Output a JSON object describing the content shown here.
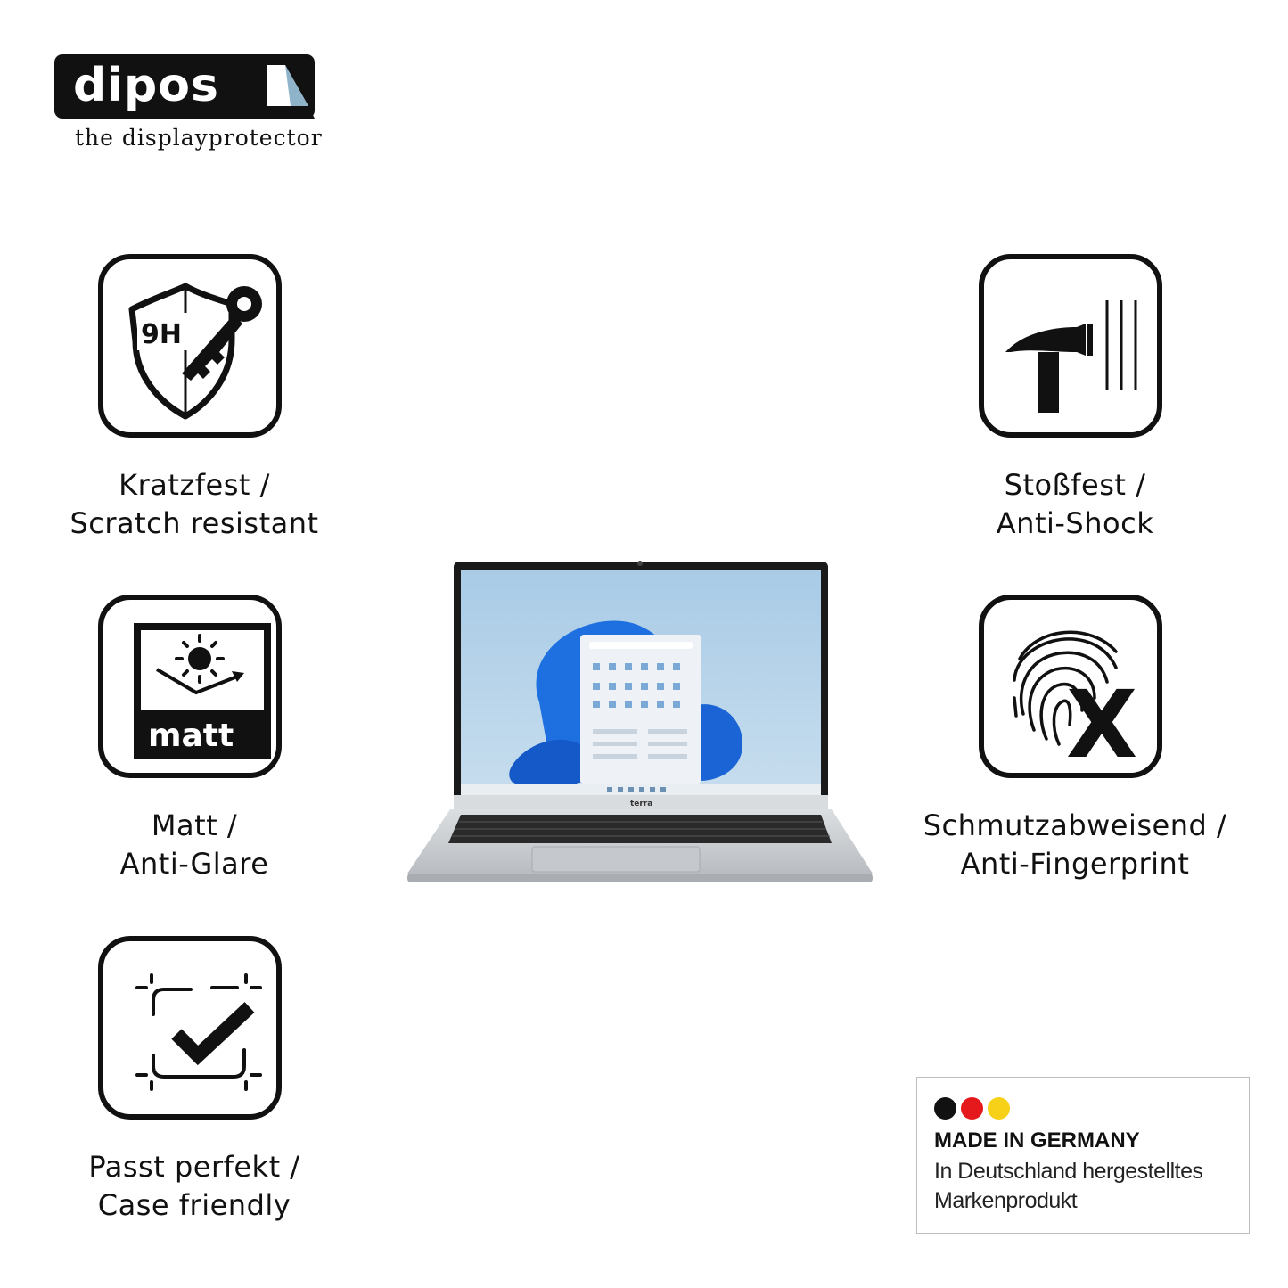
{
  "brand": {
    "name": "dipos",
    "tagline": "the displayprotector"
  },
  "features": [
    {
      "icon": "scratch-9h-key-icon",
      "badge": "9H",
      "line1": "Kratzfest /",
      "line2": "Scratch resistant"
    },
    {
      "icon": "matt-sun-icon",
      "badge": "matt",
      "line1": "Matt /",
      "line2": "Anti-Glare"
    },
    {
      "icon": "case-friendly-check-icon",
      "line1": "Passt perfekt /",
      "line2": "Case friendly"
    },
    {
      "icon": "hammer-icon",
      "line1": "Stoßfest /",
      "line2": "Anti-Shock"
    },
    {
      "icon": "fingerprint-x-icon",
      "line1": "Schmutzabweisend /",
      "line2": "Anti-Fingerprint"
    }
  ],
  "product_image": {
    "icon": "laptop-image",
    "brand_mark": "terra"
  },
  "made_in_germany": {
    "flag_colors": [
      "#111111",
      "#e5191c",
      "#f7d117"
    ],
    "title": "MADE IN GERMANY",
    "line1": "In Deutschland hergestelltes",
    "line2": "Markenprodukt"
  },
  "colors": {
    "ink": "#111111",
    "background": "#ffffff",
    "screen_blue": "#1e6fe0"
  }
}
